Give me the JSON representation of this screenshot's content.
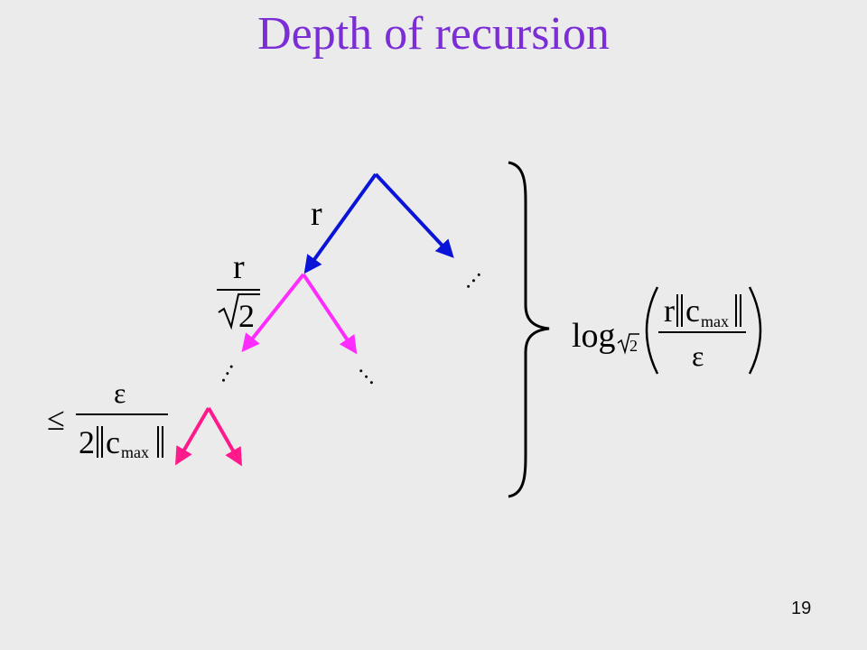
{
  "slide": {
    "title": "Depth of recursion",
    "page_number": "19"
  },
  "tree": {
    "level1_label": "r",
    "level2_label_numerator": "r",
    "level2_label_denominator": "2",
    "level3_relation": "≤",
    "level3_numerator": "ε",
    "level3_denominator_coefficient": "2",
    "level3_denominator_symbol": "c",
    "level3_denominator_subscript": "max",
    "ellipsis": "…",
    "colors": {
      "level1": "#0a14d8",
      "level2": "#ff2cff",
      "level3": "#ff1a8c"
    }
  },
  "depth_formula": {
    "log": "log",
    "base": "2",
    "numerator_r": "r",
    "numerator_c": "c",
    "numerator_subscript": "max",
    "denominator": "ε"
  }
}
